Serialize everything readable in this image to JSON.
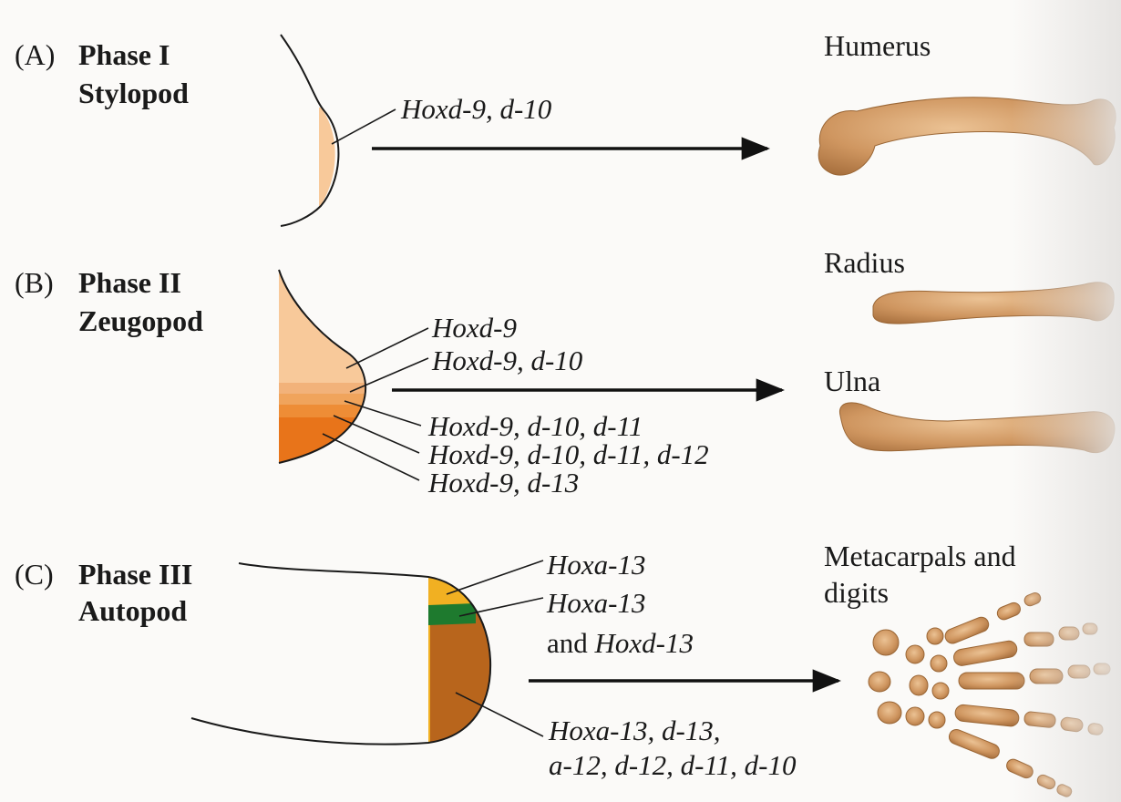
{
  "panels": [
    {
      "letter": "(A)",
      "phase": "Phase I",
      "segment": "Stylopod",
      "genes": [
        "Hoxd-9, d-10"
      ],
      "bones": [
        "Humerus"
      ]
    },
    {
      "letter": "(B)",
      "phase": "Phase II",
      "segment": "Zeugopod",
      "genes": [
        "Hoxd-9",
        "Hoxd-9, d-10",
        "Hoxd-9, d-10, d-11",
        "Hoxd-9, d-10, d-11, d-12",
        "Hoxd-9, d-13"
      ],
      "bones": [
        "Radius",
        "Ulna"
      ]
    },
    {
      "letter": "(C)",
      "phase": "Phase III",
      "segment": "Autopod",
      "genes": [
        "Hoxa-13",
        "Hoxa-13",
        "and",
        "Hoxd-13",
        "Hoxa-13, d-13,",
        "a-12, d-12, d-11, d-10"
      ],
      "bones": [
        "Metacarpals and",
        "digits"
      ]
    }
  ],
  "colors": {
    "zone_light": "#f8c99a",
    "zone_mid": "#f0a45c",
    "zone_orange": "#e97e22",
    "zone_deep": "#e76a12",
    "autopod_yellow": "#f1b022",
    "autopod_green": "#1e7a2e",
    "autopod_brown": "#b8651c",
    "bone": "#c98d55",
    "bone_light": "#e7b98b",
    "line": "#1a1a1a"
  }
}
